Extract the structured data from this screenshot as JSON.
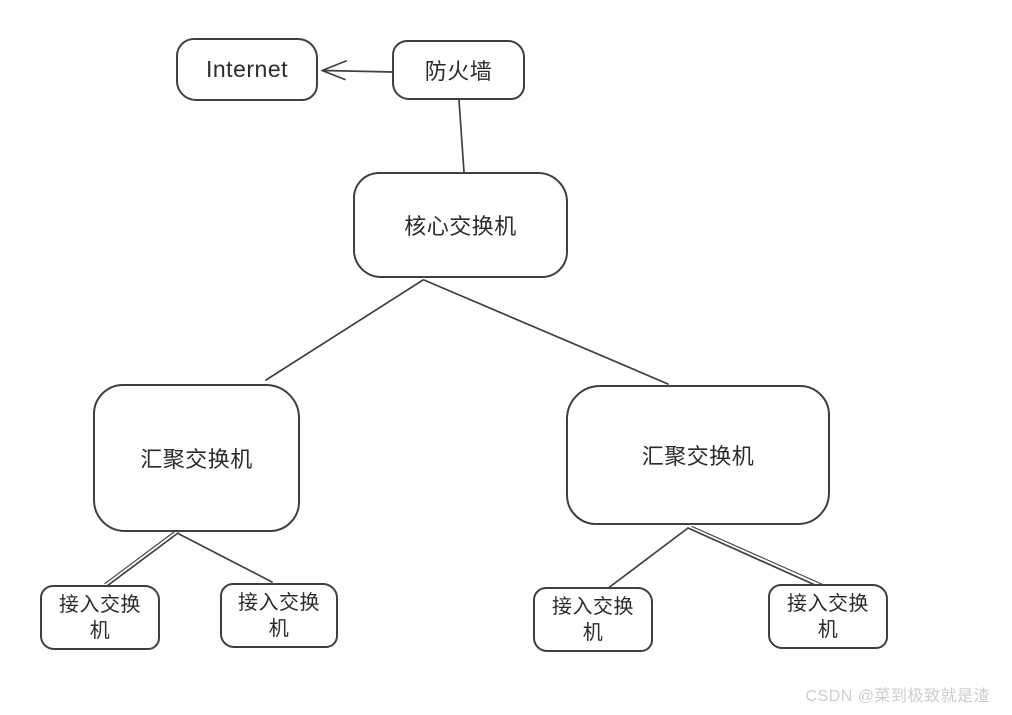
{
  "diagram": {
    "type": "network-topology",
    "nodes": {
      "internet": {
        "label": "Internet"
      },
      "firewall": {
        "label": "防火墙"
      },
      "core_switch": {
        "label": "核心交换机"
      },
      "agg_switch_left": {
        "label": "汇聚交换机"
      },
      "agg_switch_right": {
        "label": "汇聚交换机"
      },
      "access_switch_1": {
        "label": "接入交换机"
      },
      "access_switch_2": {
        "label": "接入交换机"
      },
      "access_switch_3": {
        "label": "接入交换机"
      },
      "access_switch_4": {
        "label": "接入交换机"
      }
    },
    "edges": [
      {
        "from": "firewall",
        "to": "internet",
        "arrow": true
      },
      {
        "from": "firewall",
        "to": "core_switch",
        "arrow": false
      },
      {
        "from": "core_switch",
        "to": "agg_switch_left",
        "arrow": false
      },
      {
        "from": "core_switch",
        "to": "agg_switch_right",
        "arrow": false
      },
      {
        "from": "agg_switch_left",
        "to": "access_switch_1",
        "arrow": false
      },
      {
        "from": "agg_switch_left",
        "to": "access_switch_2",
        "arrow": false
      },
      {
        "from": "agg_switch_right",
        "to": "access_switch_3",
        "arrow": false
      },
      {
        "from": "agg_switch_right",
        "to": "access_switch_4",
        "arrow": false
      }
    ],
    "colors": {
      "stroke": "#3f3f3f",
      "text": "#2b2b2b",
      "bg": "#ffffff",
      "watermark": "#cdcdcd"
    }
  },
  "watermark": {
    "text": "CSDN @菜到极致就是渣"
  }
}
